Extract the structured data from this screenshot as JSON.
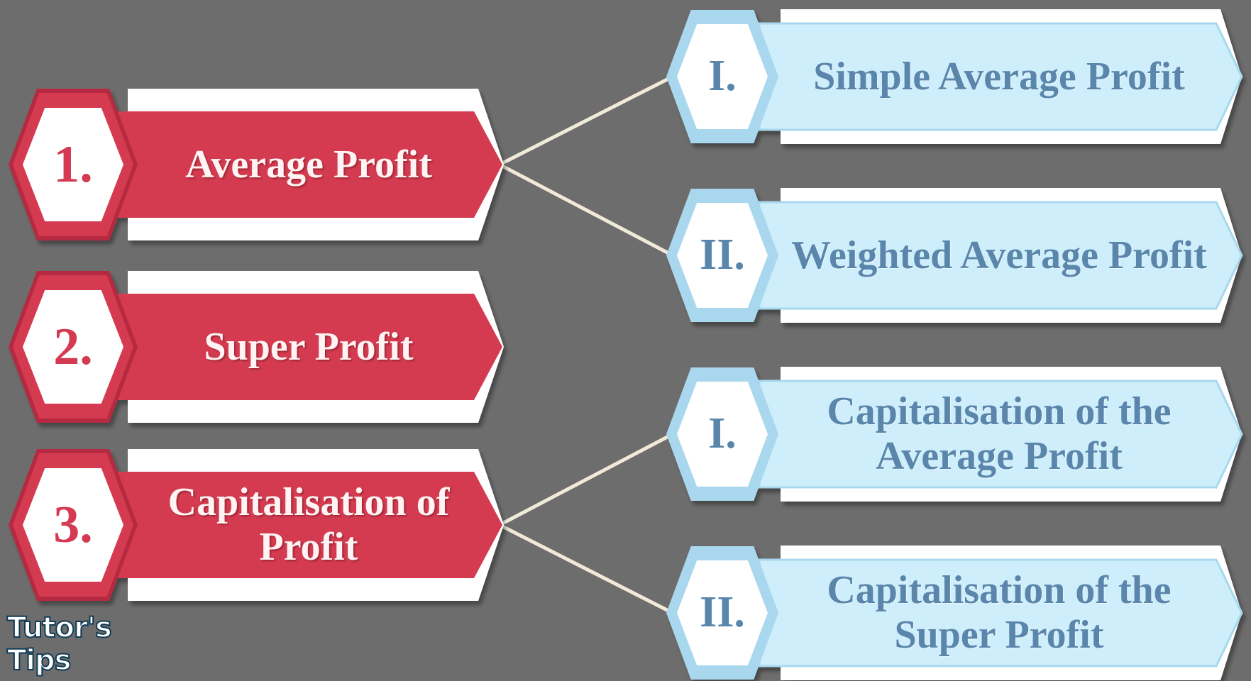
{
  "diagram": {
    "main_items": [
      {
        "number": "1.",
        "label": "Average Profit"
      },
      {
        "number": "2.",
        "label": "Super Profit"
      },
      {
        "number": "3.",
        "label": "Capitalisation of Profit"
      }
    ],
    "sub_items": [
      {
        "number": "I.",
        "label": "Simple Average Profit",
        "parent": 0
      },
      {
        "number": "II.",
        "label": "Weighted Average Profit",
        "parent": 0
      },
      {
        "number": "I.",
        "label": "Capitalisation of the Average Profit",
        "parent": 2
      },
      {
        "number": "II.",
        "label": "Capitalisation of the Super Profit",
        "parent": 2
      }
    ]
  },
  "logo": {
    "text": "Tutor's Tips"
  },
  "colors": {
    "background": "#6d6d6d",
    "main_fill": "#d43a51",
    "main_dark": "#b52a3f",
    "sub_fill": "#cdeefa",
    "sub_border": "#a9d8ee",
    "sub_text": "#5b86ab",
    "connector": "#f2ead8"
  }
}
